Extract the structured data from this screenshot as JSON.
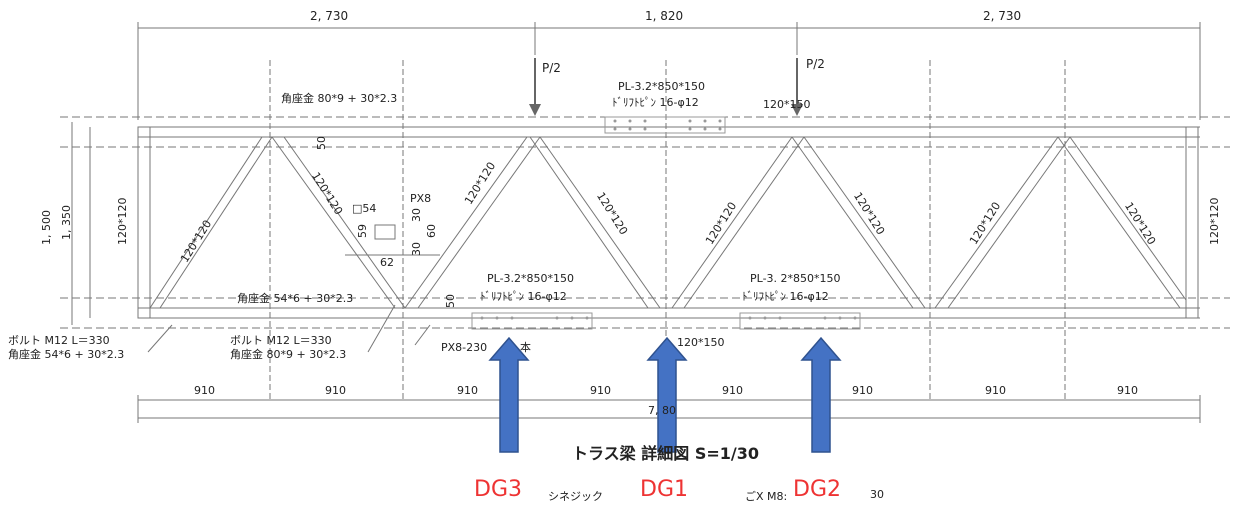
{
  "top_dims": [
    "2, 730",
    "1, 820",
    "2, 730"
  ],
  "loads": [
    "P/2",
    "P/2"
  ],
  "top_splice": {
    "plate": "PL-3.2*850*150",
    "pins": "ﾄﾞﾘﾌﾄﾋﾟﾝ 16-φ12"
  },
  "top_chord_label": "120*150",
  "top_angle": "角座金  80*9 + 30*2.3",
  "dim_50_top": "50",
  "left_dims": [
    "1, 500",
    "1, 350"
  ],
  "end_post_left": "120*120",
  "end_post_right": "120*120",
  "diagonals": [
    "120*120",
    "120*120",
    "120*120",
    "120*120",
    "120*120",
    "120*120",
    "120*120",
    "120*120"
  ],
  "detail": {
    "sq": "□54",
    "px": "PX8",
    "d30a": "30",
    "d60": "60",
    "d59": "59",
    "d30b": "30",
    "d62": "62"
  },
  "bot_splice_left": {
    "plate": "PL-3.2*850*150",
    "pins": "ﾄﾞﾘﾌﾄﾋﾟﾝ 16-φ12"
  },
  "bot_splice_right": {
    "plate": "PL-3. 2*850*150",
    "pins": "ﾄﾞﾘﾌﾄﾋﾟﾝ 16-φ12"
  },
  "bot_angle": "角座金  54*6 + 30*2.3",
  "dim_50_bot": "50",
  "left_bolt": {
    "bolt": "ボルト  M12  L＝330",
    "washer": "角座金  54*6 + 30*2.3"
  },
  "mid_bolt": {
    "bolt": "ボルト  M12  L＝330",
    "washer": "角座金  80*9 + 30*2.3"
  },
  "px_label": "PX8-230",
  "hon": "本",
  "bottom_chord_label": "120*150",
  "bottom_dims": [
    "910",
    "910",
    "910",
    "910",
    "910",
    "910",
    "910",
    "910"
  ],
  "total_dim": "7,  80",
  "title": "トラス梁  詳細図  S=1/30",
  "dg_labels": [
    "DG3",
    "DG1",
    "DG2"
  ],
  "footer_notes": [
    "シネジック",
    "ごX  M8:",
    "30"
  ],
  "colors": {
    "arrow": "#4472c4",
    "arrow_stroke": "#2f528f",
    "dg": "#e33333",
    "line": "#555555"
  }
}
